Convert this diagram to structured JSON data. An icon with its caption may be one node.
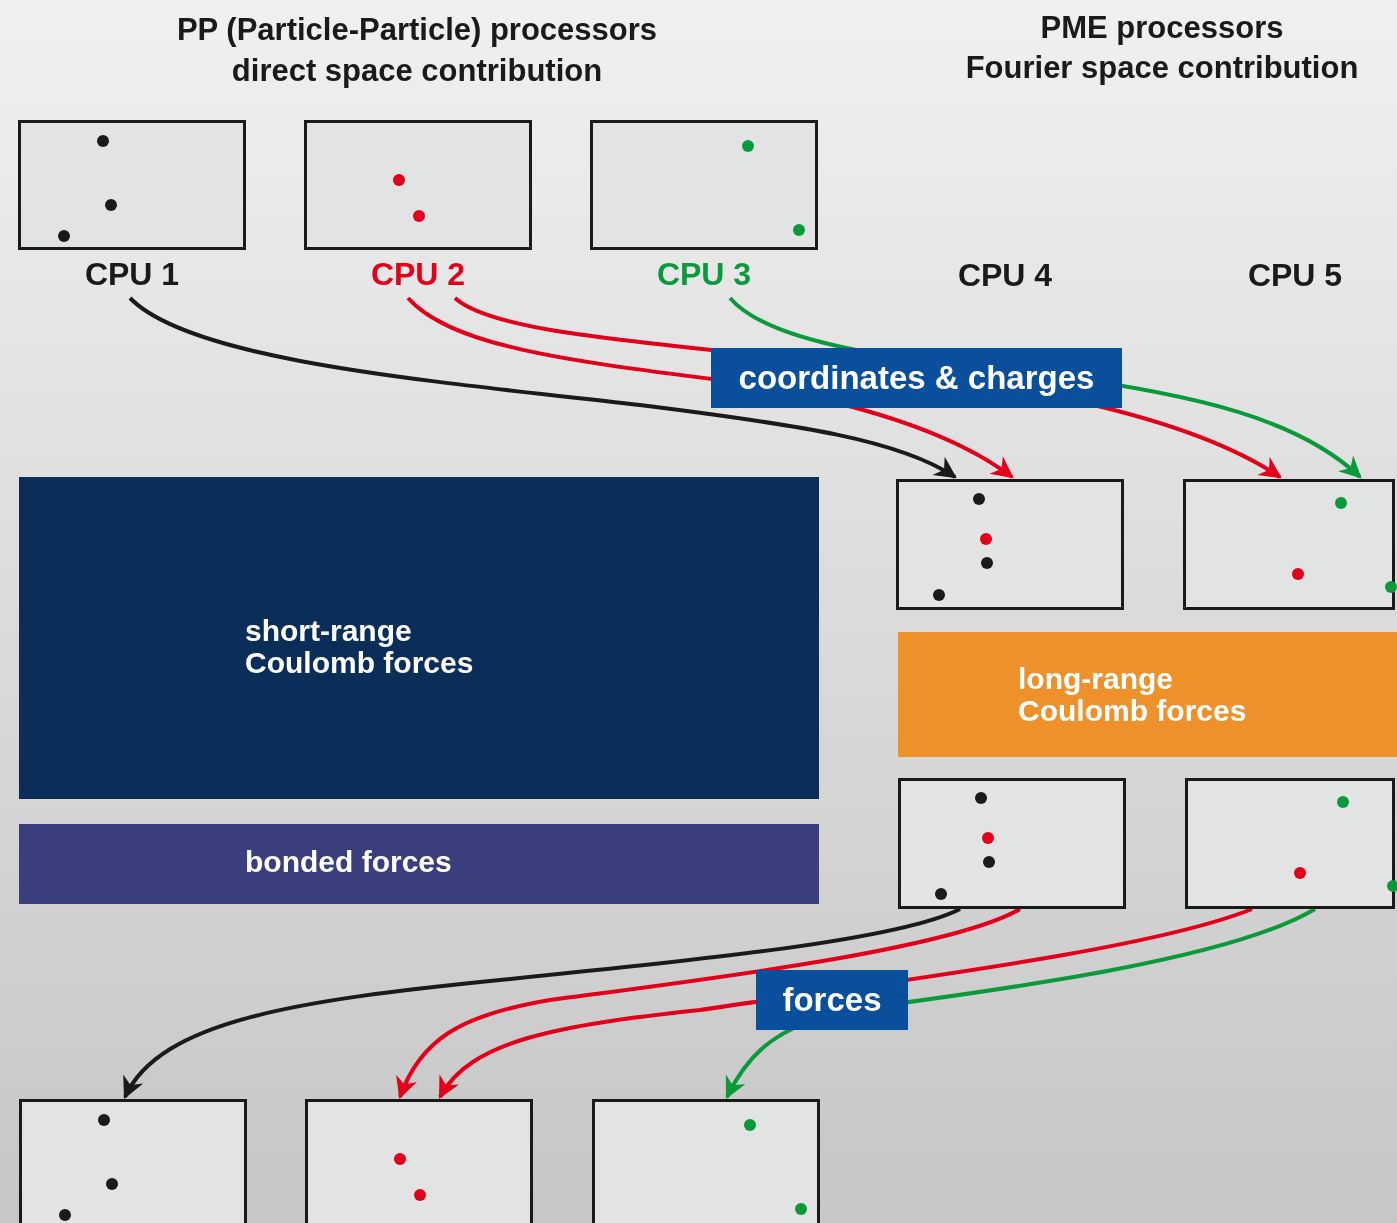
{
  "diagram": {
    "nodes": [
      {
        "text": [
          "CPU 1"
        ]
      },
      {
        "text": [
          "CPU 2"
        ]
      },
      {
        "text": [
          "CPU 3"
        ]
      },
      {
        "text": [],
        "shape": "box"
      },
      {
        "text": [],
        "shape": "box"
      },
      {
        "text": [
          "short-range Coulomb forces"
        ]
      },
      {
        "text": [
          "bonded forces"
        ]
      },
      {
        "text": [
          "long-range Coulomb forces"
        ]
      },
      {
        "text": [],
        "shape": "box"
      },
      {
        "text": [],
        "shape": "box"
      },
      {
        "text": [],
        "shape": "box"
      },
      {
        "text": [],
        "shape": "box"
      },
      {
        "text": [],
        "shape": "box"
      }
    ],
    "edges": [
      {
        "from": 0,
        "to": 3,
        "arrow": "to",
        "color": "#1a1a1a"
      },
      {
        "from": 1,
        "to": 3,
        "arrow": "to",
        "color": "#e2001a"
      },
      {
        "from": 1,
        "to": 4,
        "arrow": "to",
        "color": "#e2001a"
      },
      {
        "from": 2,
        "to": 4,
        "arrow": "to",
        "color": "#0a9a3c"
      },
      {
        "from": 8,
        "to": 10,
        "arrow": "to",
        "color": "#1a1a1a"
      },
      {
        "from": 8,
        "to": 11,
        "arrow": "to",
        "color": "#e2001a"
      },
      {
        "from": 9,
        "to": 11,
        "arrow": "to",
        "color": "#e2001a"
      },
      {
        "from": 9,
        "to": 12,
        "arrow": "to",
        "color": "#0a9a3c"
      }
    ],
    "labels": [
      "PP (Particle-Particle) processors",
      "direct space contribution",
      "PME processors",
      "Fourier space contribution",
      "CPU 4",
      "CPU 5",
      "coordinates & charges",
      "forces"
    ]
  }
}
